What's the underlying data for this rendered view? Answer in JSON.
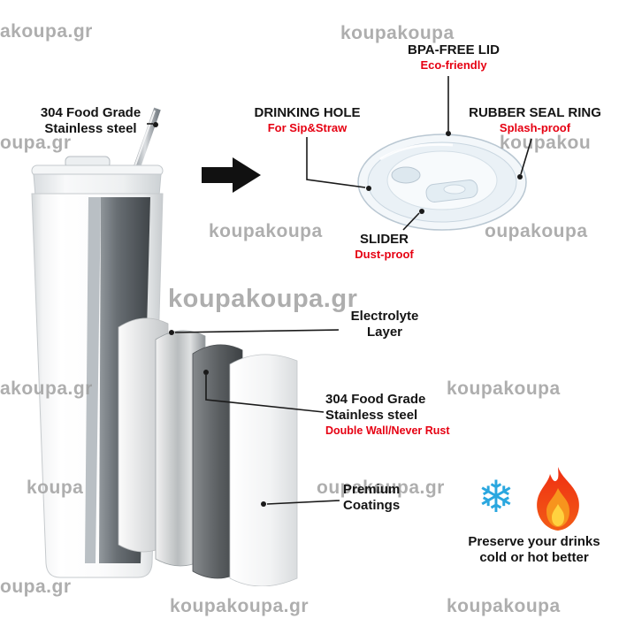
{
  "annotations": {
    "steel_top": {
      "line1": "304 Food Grade",
      "line2": "Stainless steel"
    },
    "bpa_lid": {
      "title": "BPA-FREE LID",
      "subtitle": "Eco-friendly"
    },
    "drinking_hole": {
      "title": "DRINKING HOLE",
      "subtitle": "For Sip&Straw"
    },
    "rubber_seal": {
      "title": "RUBBER SEAL RING",
      "subtitle": "Splash-proof"
    },
    "slider": {
      "title": "SLIDER",
      "subtitle": "Dust-proof"
    },
    "electrolyte": {
      "line1": "Electrolyte",
      "line2": "Layer"
    },
    "steel_wall": {
      "line1": "304 Food Grade",
      "line2": "Stainless steel",
      "subtitle": "Double Wall/Never Rust"
    },
    "coatings": {
      "line1": "Premium",
      "line2": "Coatings"
    },
    "preserve": {
      "line1": "Preserve your drinks",
      "line2": "cold or hot better"
    }
  },
  "icons": {
    "snowflake_glyph": "❄"
  },
  "colors": {
    "accent_red": "#e60012",
    "watermark_gray": "#9b9b9b",
    "snowflake_blue": "#2aa7df",
    "flame_orange": "#f7941d",
    "flame_red": "#ef2e12",
    "arrow_black": "#111111"
  },
  "watermark": {
    "items": [
      {
        "text": "akoupa.gr"
      },
      {
        "text": "koupakoupa"
      },
      {
        "text": "oupa.gr"
      },
      {
        "text": "koupakou"
      },
      {
        "text": "koupakoupa"
      },
      {
        "text": "oupakoupa"
      },
      {
        "text": "koupakoupa.gr"
      },
      {
        "text": "akoupa.gr"
      },
      {
        "text": "koupakoupa"
      },
      {
        "text": "koupa"
      },
      {
        "text": "oupakoupa.gr"
      },
      {
        "text": "oupa.gr"
      },
      {
        "text": "koupakoupa.gr"
      },
      {
        "text": "koupakoupa"
      }
    ]
  }
}
